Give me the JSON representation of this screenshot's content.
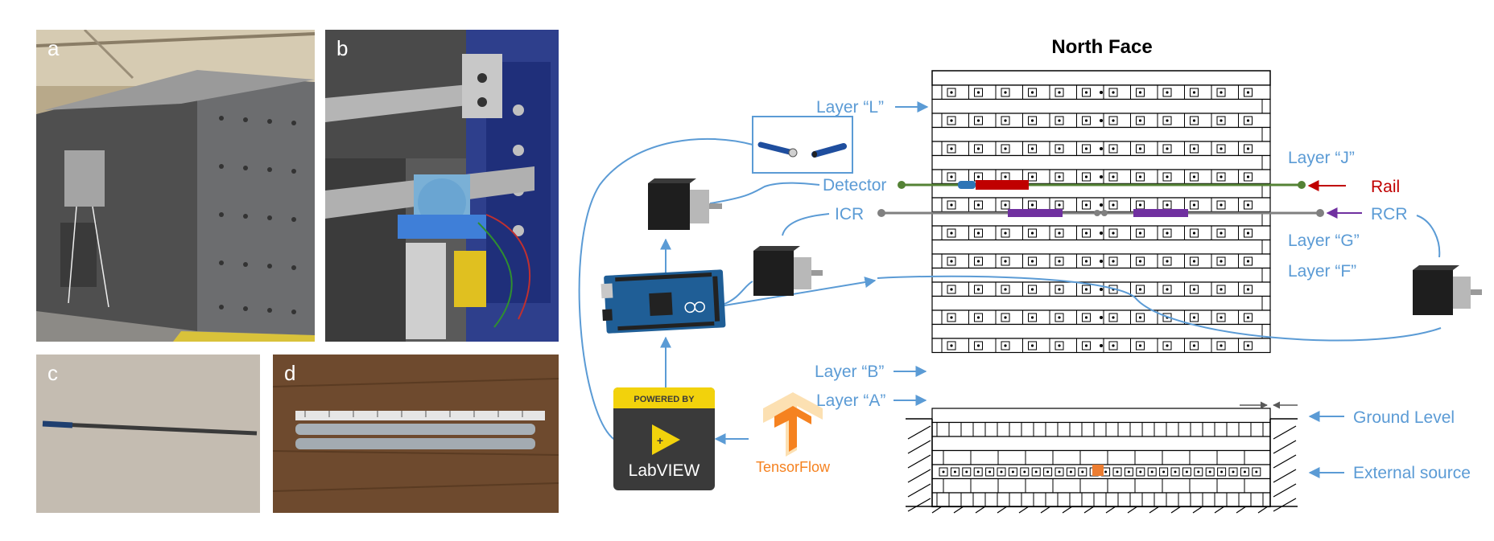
{
  "photos": [
    {
      "label": "a"
    },
    {
      "label": "b"
    },
    {
      "label": "c"
    },
    {
      "label": "d"
    }
  ],
  "diagram": {
    "title": "North Face",
    "left_labels": {
      "layer_l": "Layer “L”",
      "detector": "Detector",
      "icr": "ICR",
      "layer_b": "Layer “B”",
      "layer_a": "Layer “A”"
    },
    "right_labels": {
      "layer_j": "Layer “J”",
      "rail": "Rail",
      "rcr": "RCR",
      "layer_g": "Layer “G”",
      "layer_f": "Layer “F”",
      "ground_level": "Ground Level",
      "external_source": "External source"
    },
    "logos": {
      "labview_top": "POWERED BY",
      "labview_name": "LabVIEW",
      "tensorflow": "TensorFlow"
    }
  },
  "colors": {
    "label_blue": "#5b9bd5",
    "rail_red": "#c00000",
    "rail_green": "#548235",
    "rcr_purple": "#7030a0",
    "detector_blue": "#2e75b6",
    "source_orange": "#ed7d31"
  }
}
